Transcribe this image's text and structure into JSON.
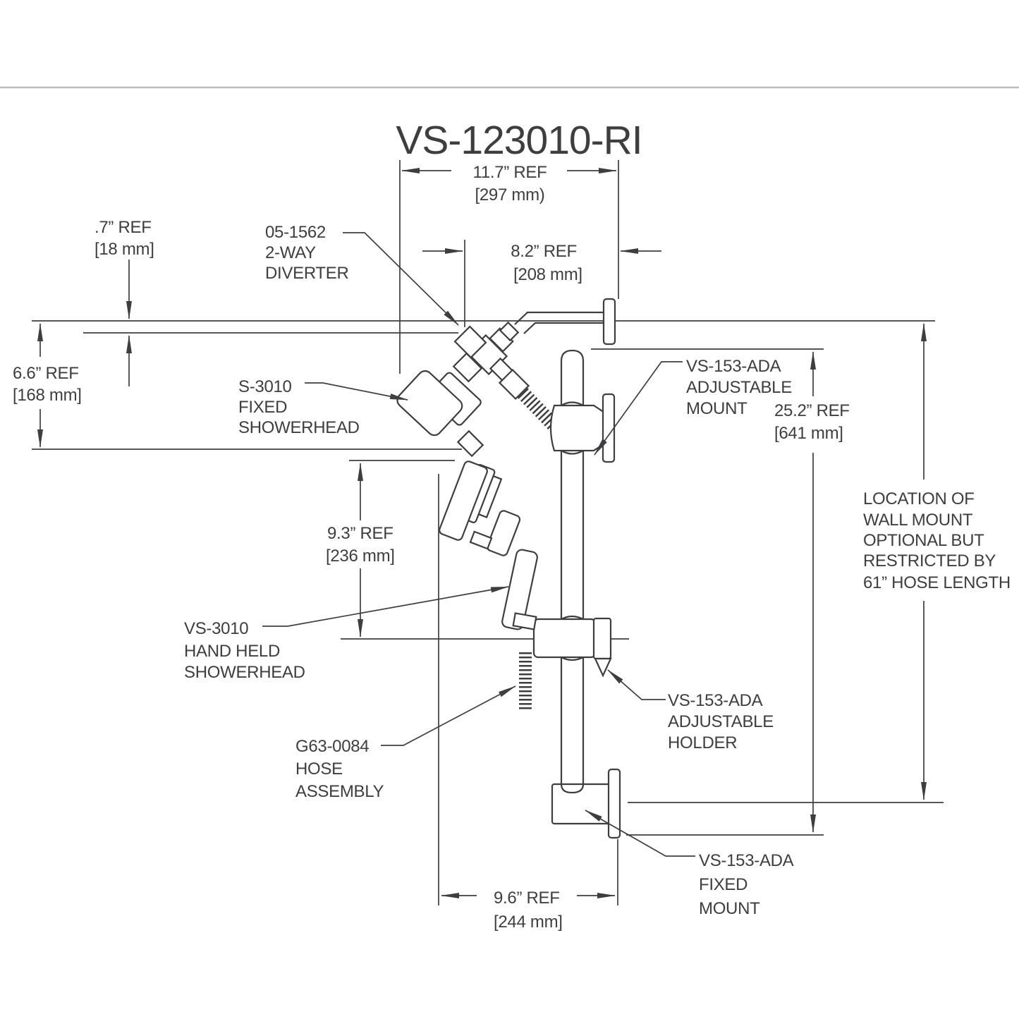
{
  "title": "VS-123010-RI",
  "dims": {
    "d117": {
      "in": "11.7” REF",
      "mm": "[297 mm)"
    },
    "d82": {
      "in": "8.2” REF",
      "mm": "[208 mm]"
    },
    "d07": {
      "in": ".7” REF",
      "mm": "[18 mm]"
    },
    "d66": {
      "in": "6.6” REF",
      "mm": "[168 mm]"
    },
    "d93": {
      "in": "9.3” REF",
      "mm": "[236 mm]"
    },
    "d252": {
      "in": "25.2” REF",
      "mm": "[641 mm]"
    },
    "d96": {
      "in": "9.6” REF",
      "mm": "[244 mm]"
    }
  },
  "labels": {
    "diverter": [
      "05-1562",
      "2-WAY",
      "DIVERTER"
    ],
    "fixed_showerhead": [
      "S-3010",
      "FIXED",
      "SHOWERHEAD"
    ],
    "adjustable_mount": [
      "VS-153-ADA",
      "ADJUSTABLE",
      "MOUNT"
    ],
    "hand_held": [
      "VS-3010",
      "HAND HELD",
      "SHOWERHEAD"
    ],
    "hose": [
      "G63-0084",
      "HOSE",
      "ASSEMBLY"
    ],
    "adjustable_holder": [
      "VS-153-ADA",
      "ADJUSTABLE",
      "HOLDER"
    ],
    "fixed_mount": [
      "VS-153-ADA",
      "FIXED",
      "MOUNT"
    ]
  },
  "note": [
    "LOCATION OF",
    "WALL MOUNT",
    "OPTIONAL BUT",
    "RESTRICTED BY",
    "61” HOSE LENGTH"
  ],
  "colors": {
    "line": "#3e3e40",
    "text": "#3e3e40",
    "divider": "#bcbcbc",
    "background": "#ffffff"
  }
}
